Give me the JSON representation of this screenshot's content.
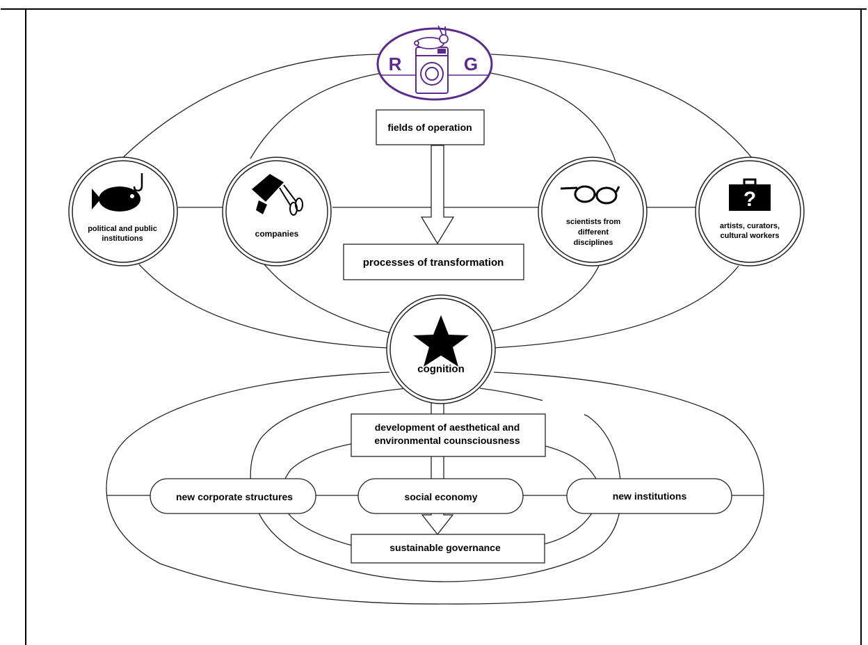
{
  "logo": {
    "left_letter": "R",
    "right_letter": "G",
    "color": "#5b2a8c",
    "icons": [
      "rabbit-icon",
      "washing-machine-icon"
    ]
  },
  "boxes": {
    "fields": "fields of operation",
    "processes": "processes of transformation",
    "development_line1": "development of aesthetical and",
    "development_line2": "environmental counsciousness",
    "governance": "sustainable governance"
  },
  "circles": {
    "political_line1": "political and public",
    "political_line2": "institutions",
    "companies": "companies",
    "scientists_line1": "scientists from",
    "scientists_line2": "different",
    "scientists_line3": "disciplines",
    "artists_line1": "artists, curators,",
    "artists_line2": "cultural workers",
    "cognition": "cognition"
  },
  "pills": {
    "corporate": "new corporate structures",
    "social": "social economy",
    "institutions": "new institutions"
  },
  "icons": [
    "fish-hook-icon",
    "hand-mixer-icon",
    "glasses-icon",
    "question-suitcase-icon",
    "star-icon",
    "arrow-down-icon"
  ]
}
